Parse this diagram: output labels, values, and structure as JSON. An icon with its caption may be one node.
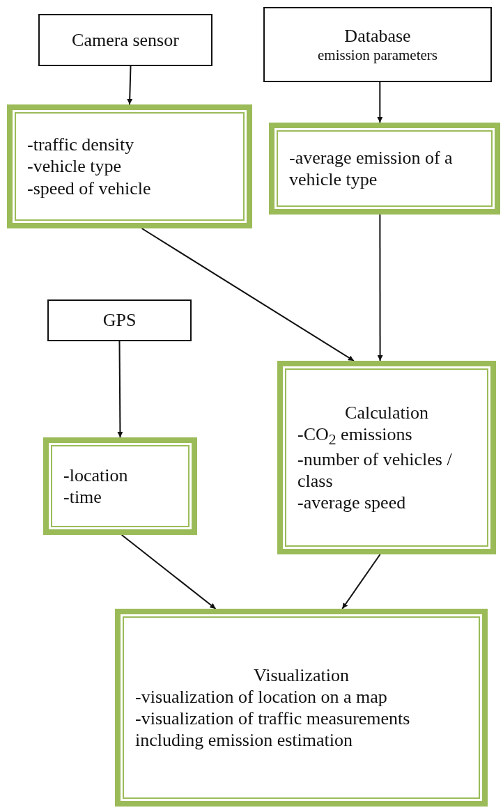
{
  "diagram": {
    "nodes": [
      {
        "text": [
          "Camera sensor"
        ]
      },
      {
        "text": [
          "Database",
          "emission parameters"
        ]
      },
      {
        "text": [
          "-traffic density",
          "-vehicle type",
          "-speed of vehicle"
        ]
      },
      {
        "text": [
          "-average emission of a vehicle type"
        ]
      },
      {
        "text": [
          "GPS"
        ]
      },
      {
        "text": [
          "-location",
          "-time"
        ]
      },
      {
        "text": [
          "Calculation",
          "-CO$_{2}$ emissions",
          "-number of vehicles / class",
          "-average speed"
        ]
      },
      {
        "text": [
          "Visualization",
          "-visualization of location on a map",
          "-visualization of traffic measurements including emission estimation"
        ]
      }
    ],
    "edges": [
      {
        "from": 0,
        "to": 2,
        "arrow": "to"
      },
      {
        "from": 1,
        "to": 3,
        "arrow": "to"
      },
      {
        "from": 2,
        "to": 6,
        "arrow": "to"
      },
      {
        "from": 3,
        "to": 6,
        "arrow": "to"
      },
      {
        "from": 4,
        "to": 5,
        "arrow": "to"
      },
      {
        "from": 5,
        "to": 7,
        "arrow": "to"
      },
      {
        "from": 6,
        "to": 7,
        "arrow": "to"
      }
    ]
  }
}
